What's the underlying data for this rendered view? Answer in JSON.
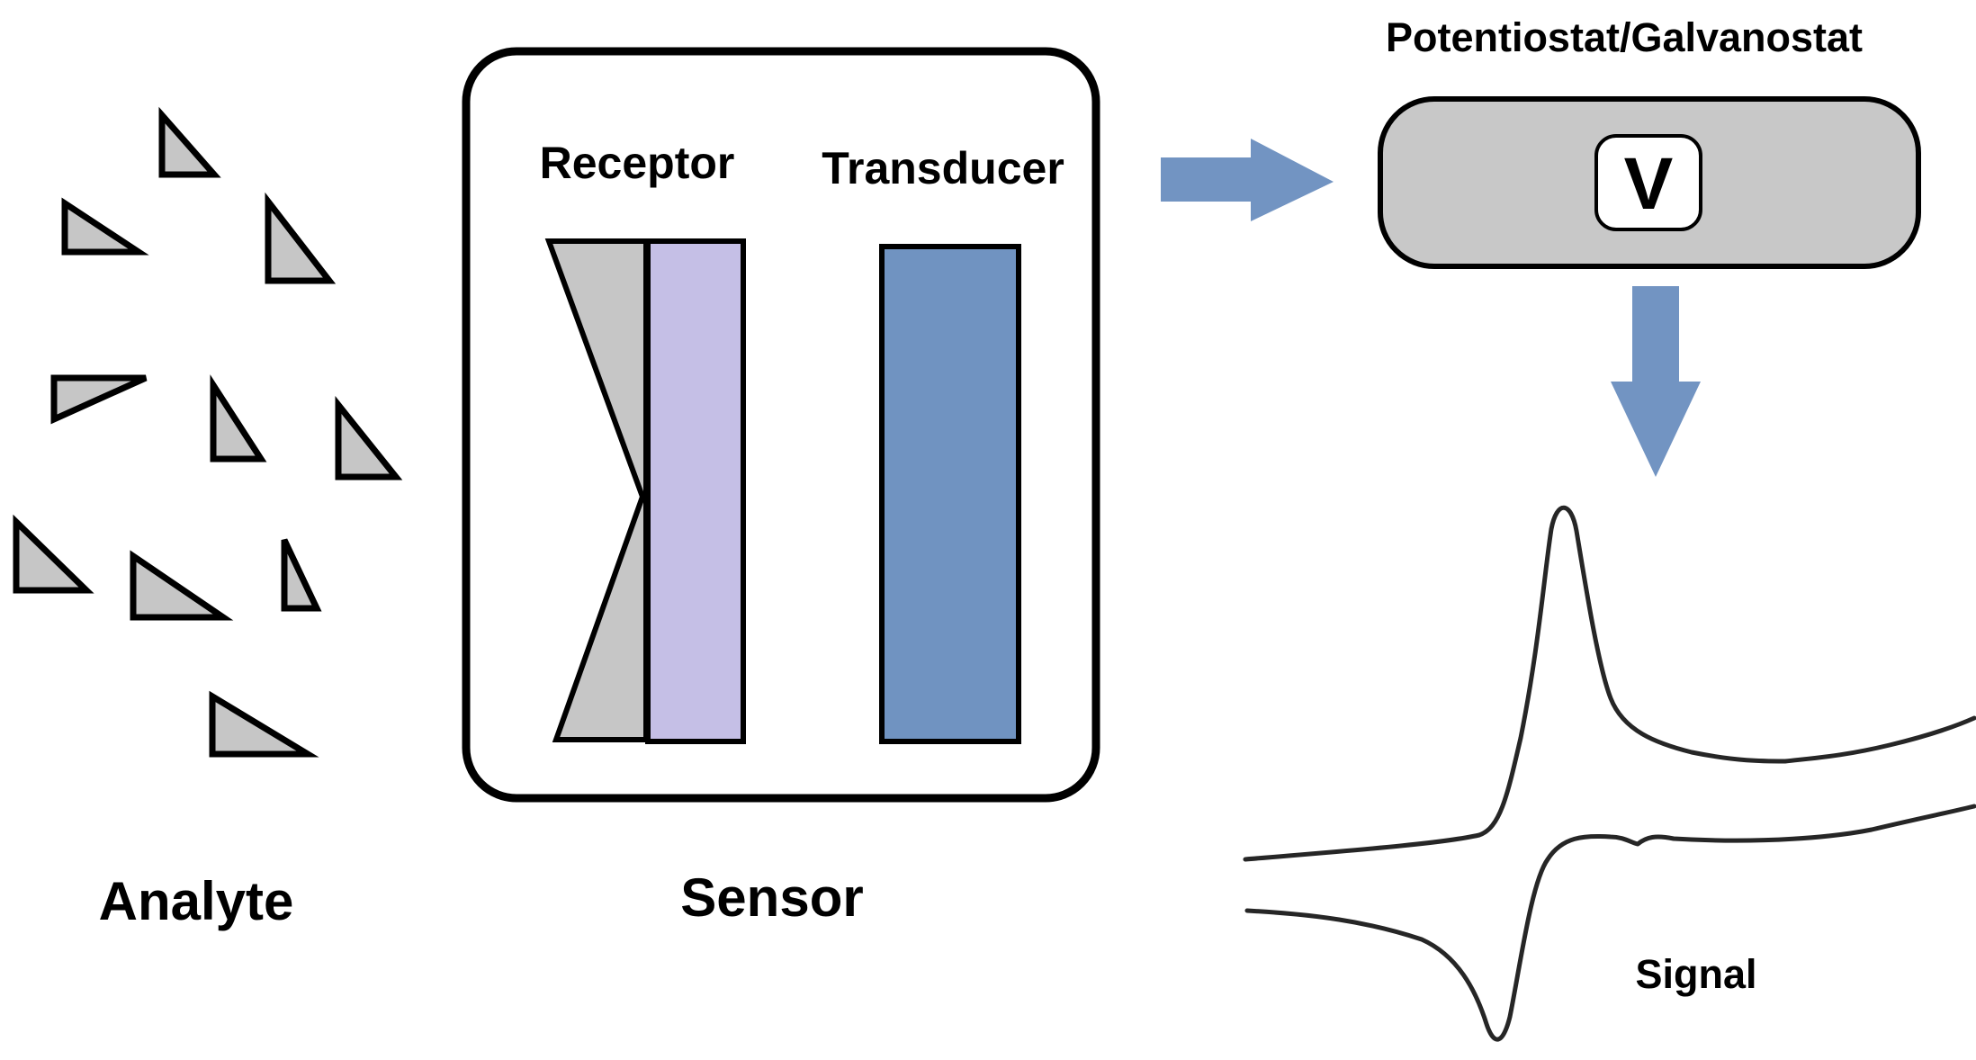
{
  "labels": {
    "analyte": "Analyte",
    "sensor": "Sensor",
    "receptor": "Receptor",
    "transducer": "Transducer",
    "instrument": "Potentiostat/Galvanostat",
    "display_symbol": "V",
    "signal": "Signal"
  },
  "colors": {
    "analyte_fill": "#c6c6c6",
    "receptor_fill": "#c6c6c6",
    "membrane_fill": "#c5bfe6",
    "transducer_fill": "#7093c1",
    "arrow_fill": "#7294c2",
    "instrument_fill": "#c8c8c8",
    "outline": "#000000",
    "curve": "#262626"
  },
  "icons": {
    "analyte": "right-triangle",
    "flow": "block-arrow"
  }
}
